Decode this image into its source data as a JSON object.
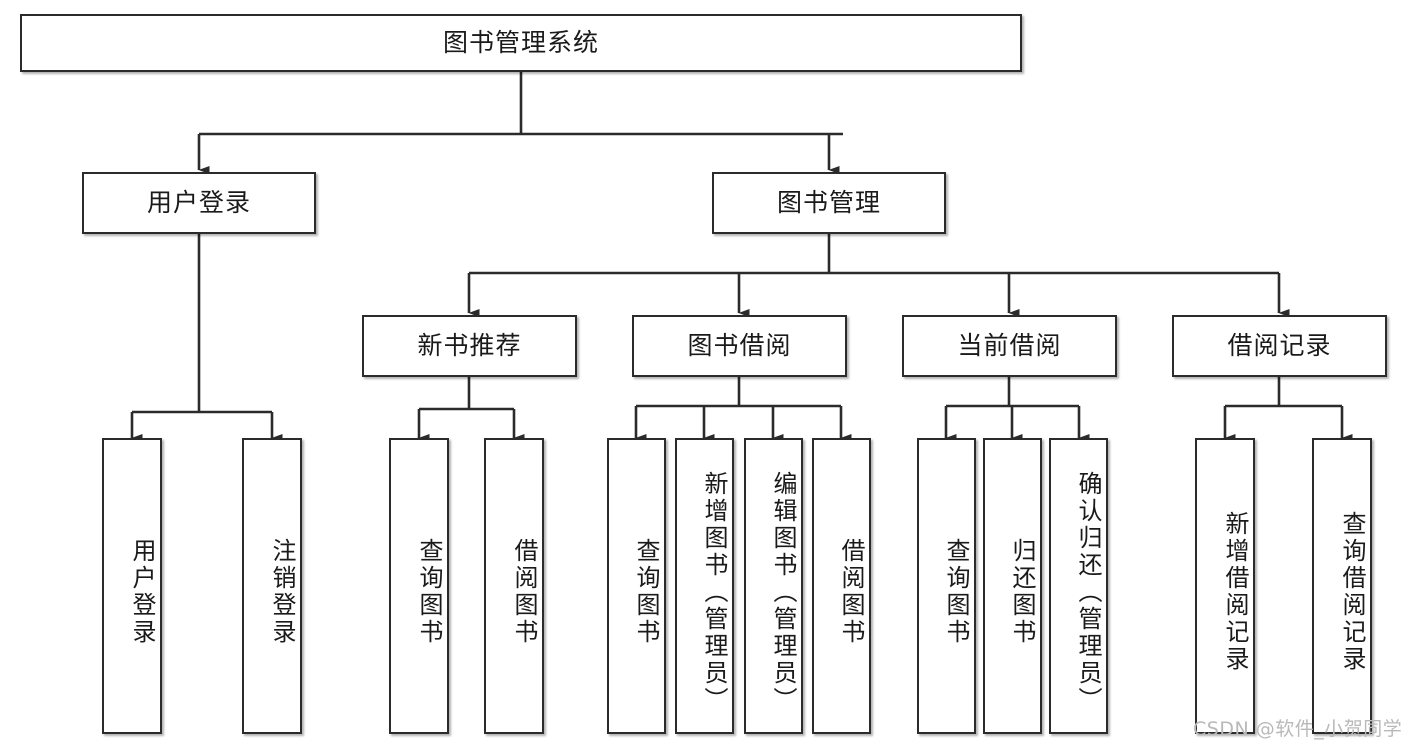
{
  "diagram": {
    "title": "图书管理系统",
    "type": "hierarchy-tree",
    "edge_color": "#2b2b2b",
    "box_border_color": "#2b2b2b",
    "box_fill_color": "#ffffff",
    "nodes": {
      "root": {
        "label": "图书管理系统"
      },
      "level2": [
        {
          "label": "用户登录"
        },
        {
          "label": "图书管理"
        }
      ],
      "level3": [
        {
          "label": "新书推荐"
        },
        {
          "label": "图书借阅"
        },
        {
          "label": "当前借阅"
        },
        {
          "label": "借阅记录"
        }
      ],
      "leaves_user_login": [
        {
          "label": "用户登录"
        },
        {
          "label": "注销登录"
        }
      ],
      "leaves_new_book": [
        {
          "label": "查询图书"
        },
        {
          "label": "借阅图书"
        }
      ],
      "leaves_borrow": [
        {
          "label": "查询图书"
        },
        {
          "label": "新增图书（管理员）"
        },
        {
          "label": "编辑图书（管理员）"
        },
        {
          "label": "借阅图书"
        }
      ],
      "leaves_current": [
        {
          "label": "查询图书"
        },
        {
          "label": "归还图书"
        },
        {
          "label": "确认归还（管理员）"
        }
      ],
      "leaves_record": [
        {
          "label": "新增借阅记录"
        },
        {
          "label": "查询借阅记录"
        }
      ]
    }
  },
  "watermark": {
    "text": "CSDN @软件_小贺同学",
    "color": "#b9b9b9"
  }
}
